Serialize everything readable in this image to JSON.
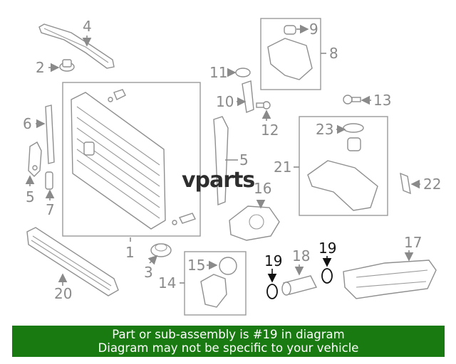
{
  "watermark": "vparts",
  "callouts": {
    "c1": "1",
    "c2": "2",
    "c3": "3",
    "c4": "4",
    "c5a": "5",
    "c5b": "5",
    "c6": "6",
    "c7": "7",
    "c8": "8",
    "c9": "9",
    "c10": "10",
    "c11": "11",
    "c12": "12",
    "c13": "13",
    "c14": "14",
    "c15": "15",
    "c16": "16",
    "c17": "17",
    "c18": "18",
    "c19a": "19",
    "c19b": "19",
    "c20": "20",
    "c21": "21",
    "c22": "22",
    "c23": "23"
  },
  "highlight_color": "#111111",
  "callout_color": "#8a8a8a",
  "banner": {
    "color": "#1a7a12",
    "line1": "Part or sub-assembly is #19 in diagram",
    "line2": "Diagram may not be specific to your vehicle"
  }
}
